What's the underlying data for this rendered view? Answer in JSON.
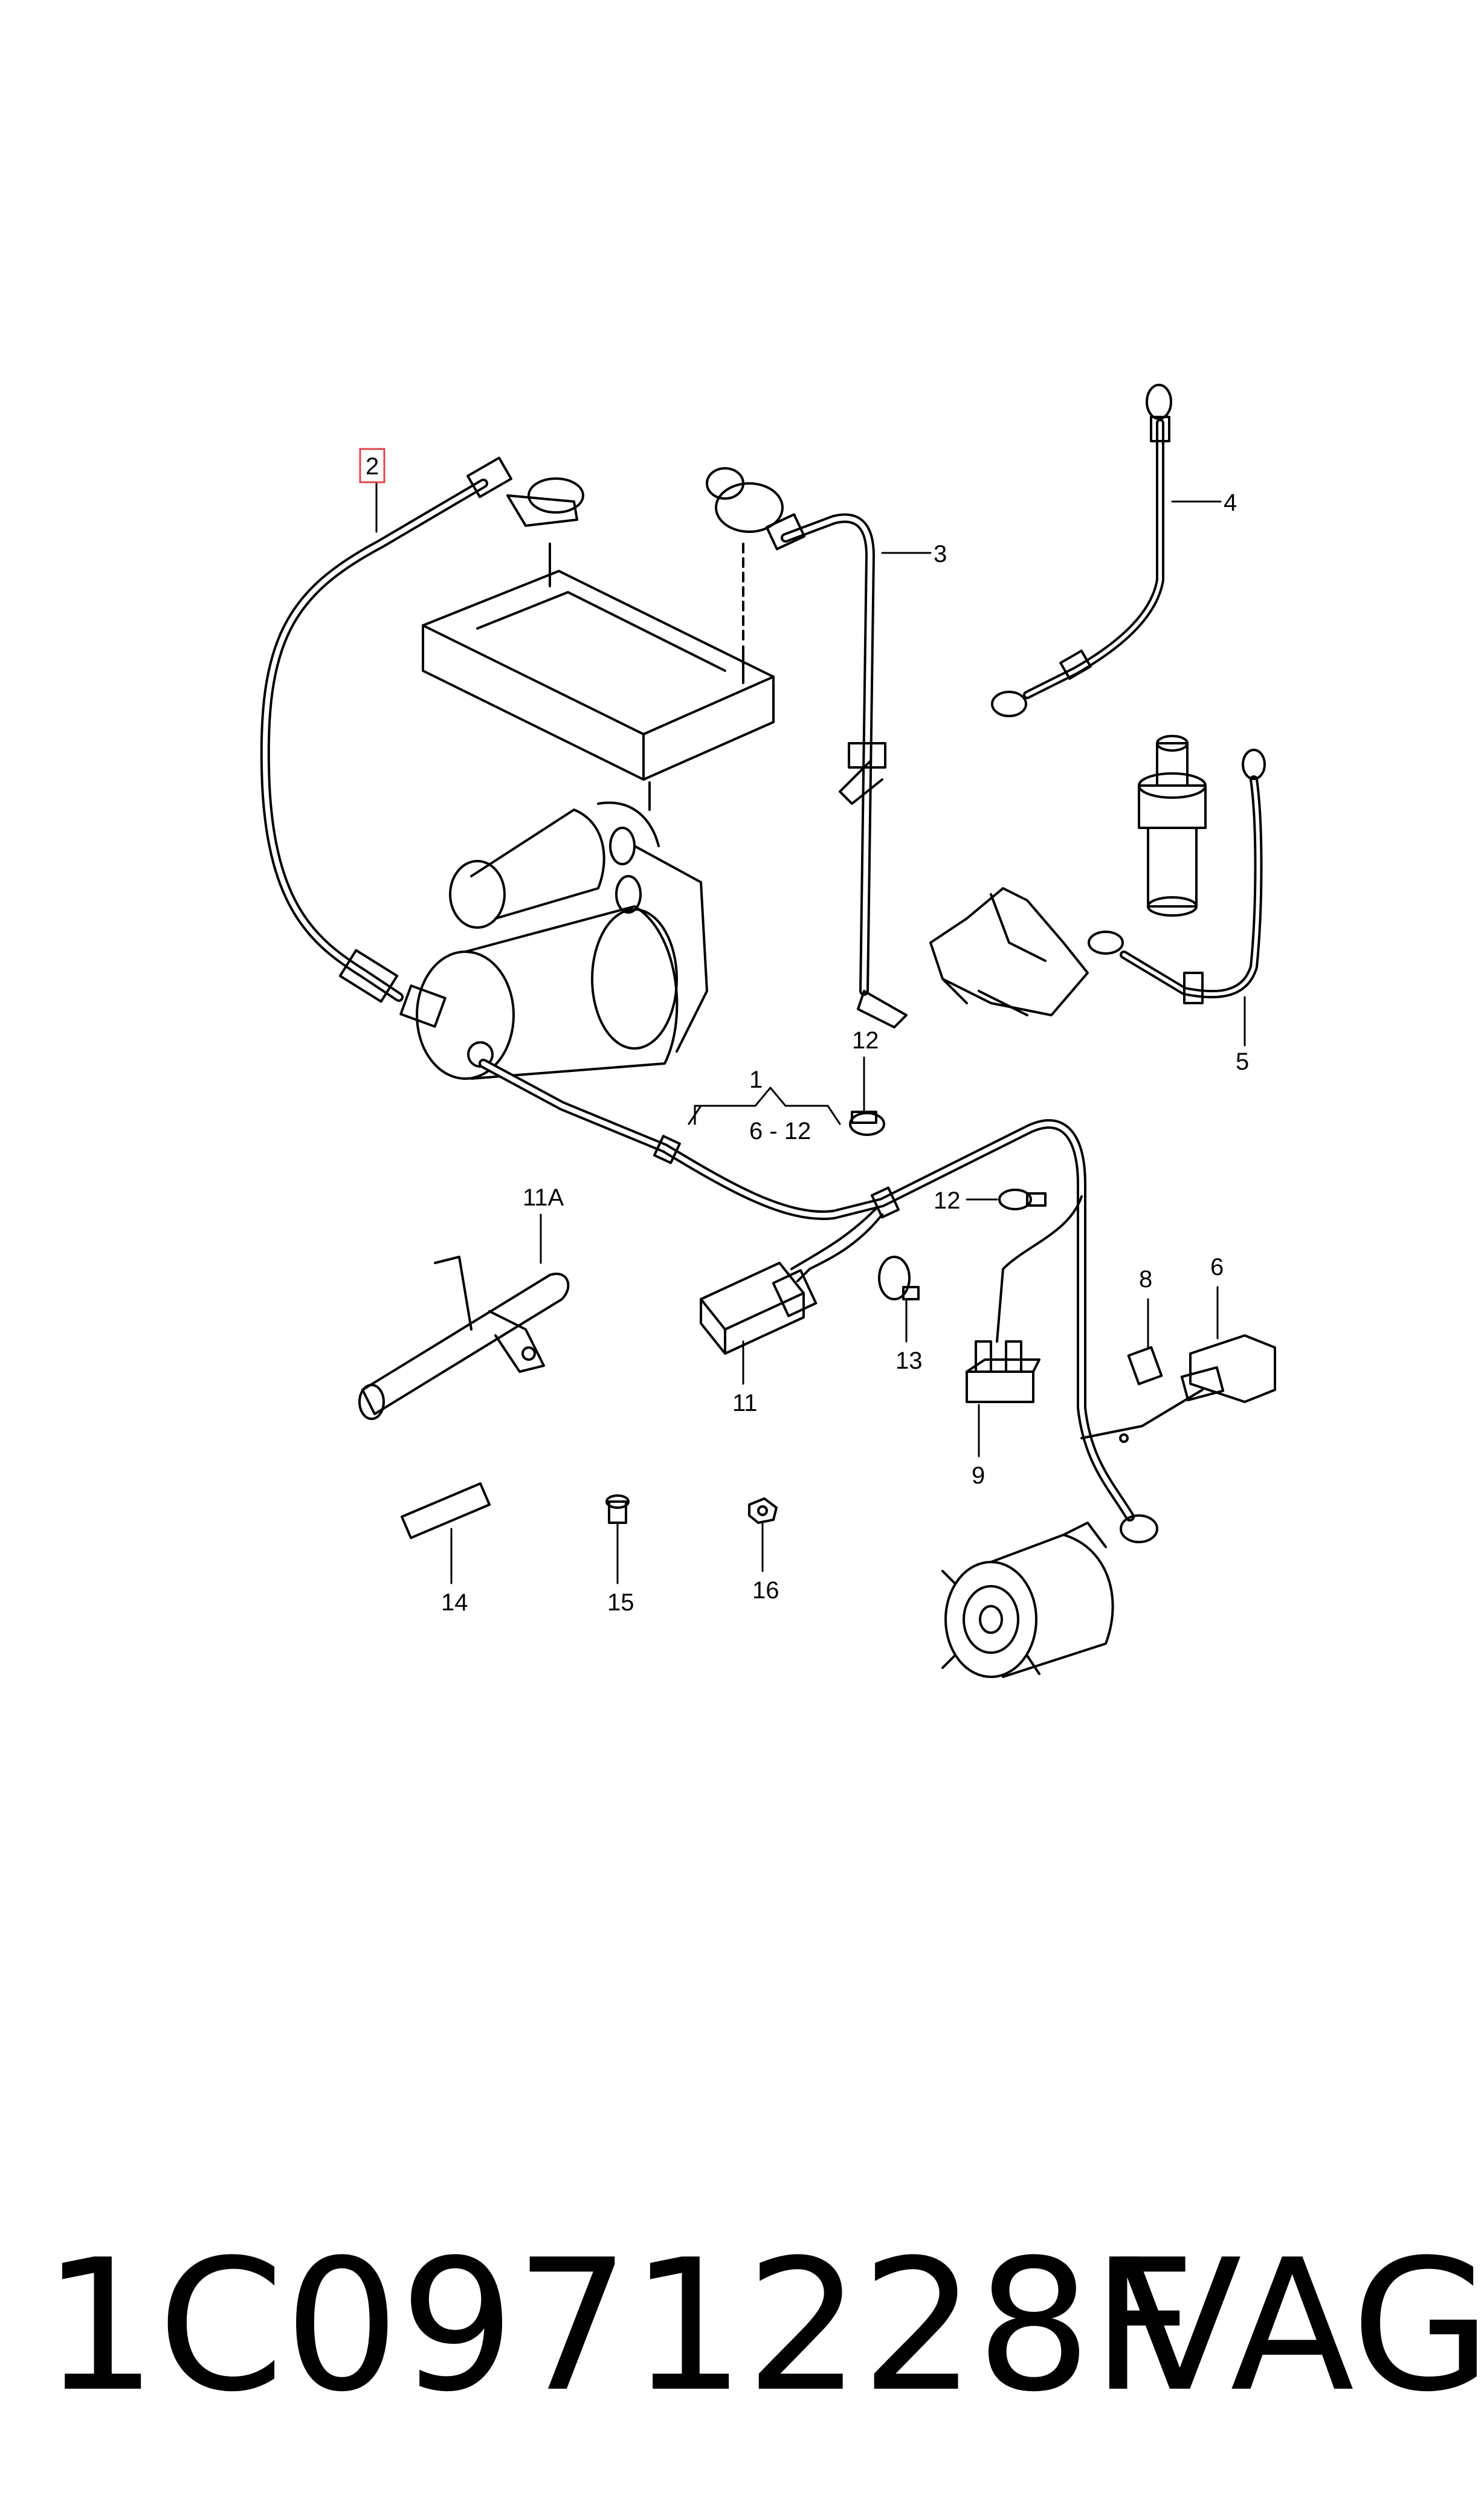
{
  "diagram": {
    "callouts": {
      "c1": "1",
      "c1_range": "6 - 12",
      "c2": "2",
      "c3": "3",
      "c4": "4",
      "c5": "5",
      "c6": "6",
      "c8": "8",
      "c9": "9",
      "c11": "11",
      "c11a": "11A",
      "c12_top": "12",
      "c12_right": "12",
      "c13": "13",
      "c14": "14",
      "c15": "15",
      "c16": "16"
    },
    "highlight_color": "#e0454b"
  },
  "footer": {
    "part_number": "1C0971228F",
    "brand": "VAG"
  }
}
